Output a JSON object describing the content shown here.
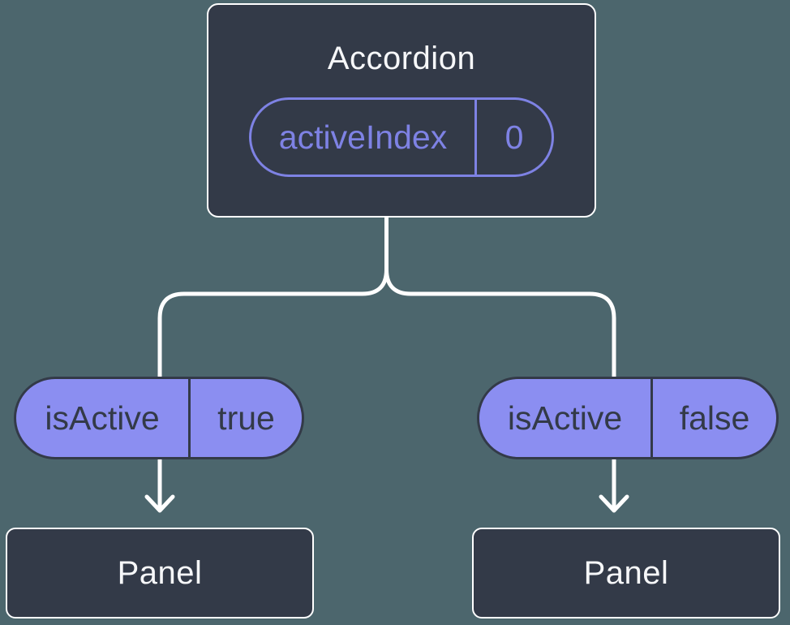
{
  "theme": {
    "background": "#4C666D",
    "node_fill": "#333A48",
    "node_border": "#FFFFFF",
    "node_text": "#F6F7F9",
    "connector": "#FFFFFF",
    "pill_fill": "#8B8EF1",
    "pill_border": "#333A48",
    "pill_text": "#333A48",
    "accent_purple": "#7E82E4"
  },
  "root_node": {
    "title": "Accordion",
    "state": {
      "name": "activeIndex",
      "value": "0"
    }
  },
  "branches": [
    {
      "prop_name": "isActive",
      "prop_value": "true",
      "child_title": "Panel"
    },
    {
      "prop_name": "isActive",
      "prop_value": "false",
      "child_title": "Panel"
    }
  ]
}
